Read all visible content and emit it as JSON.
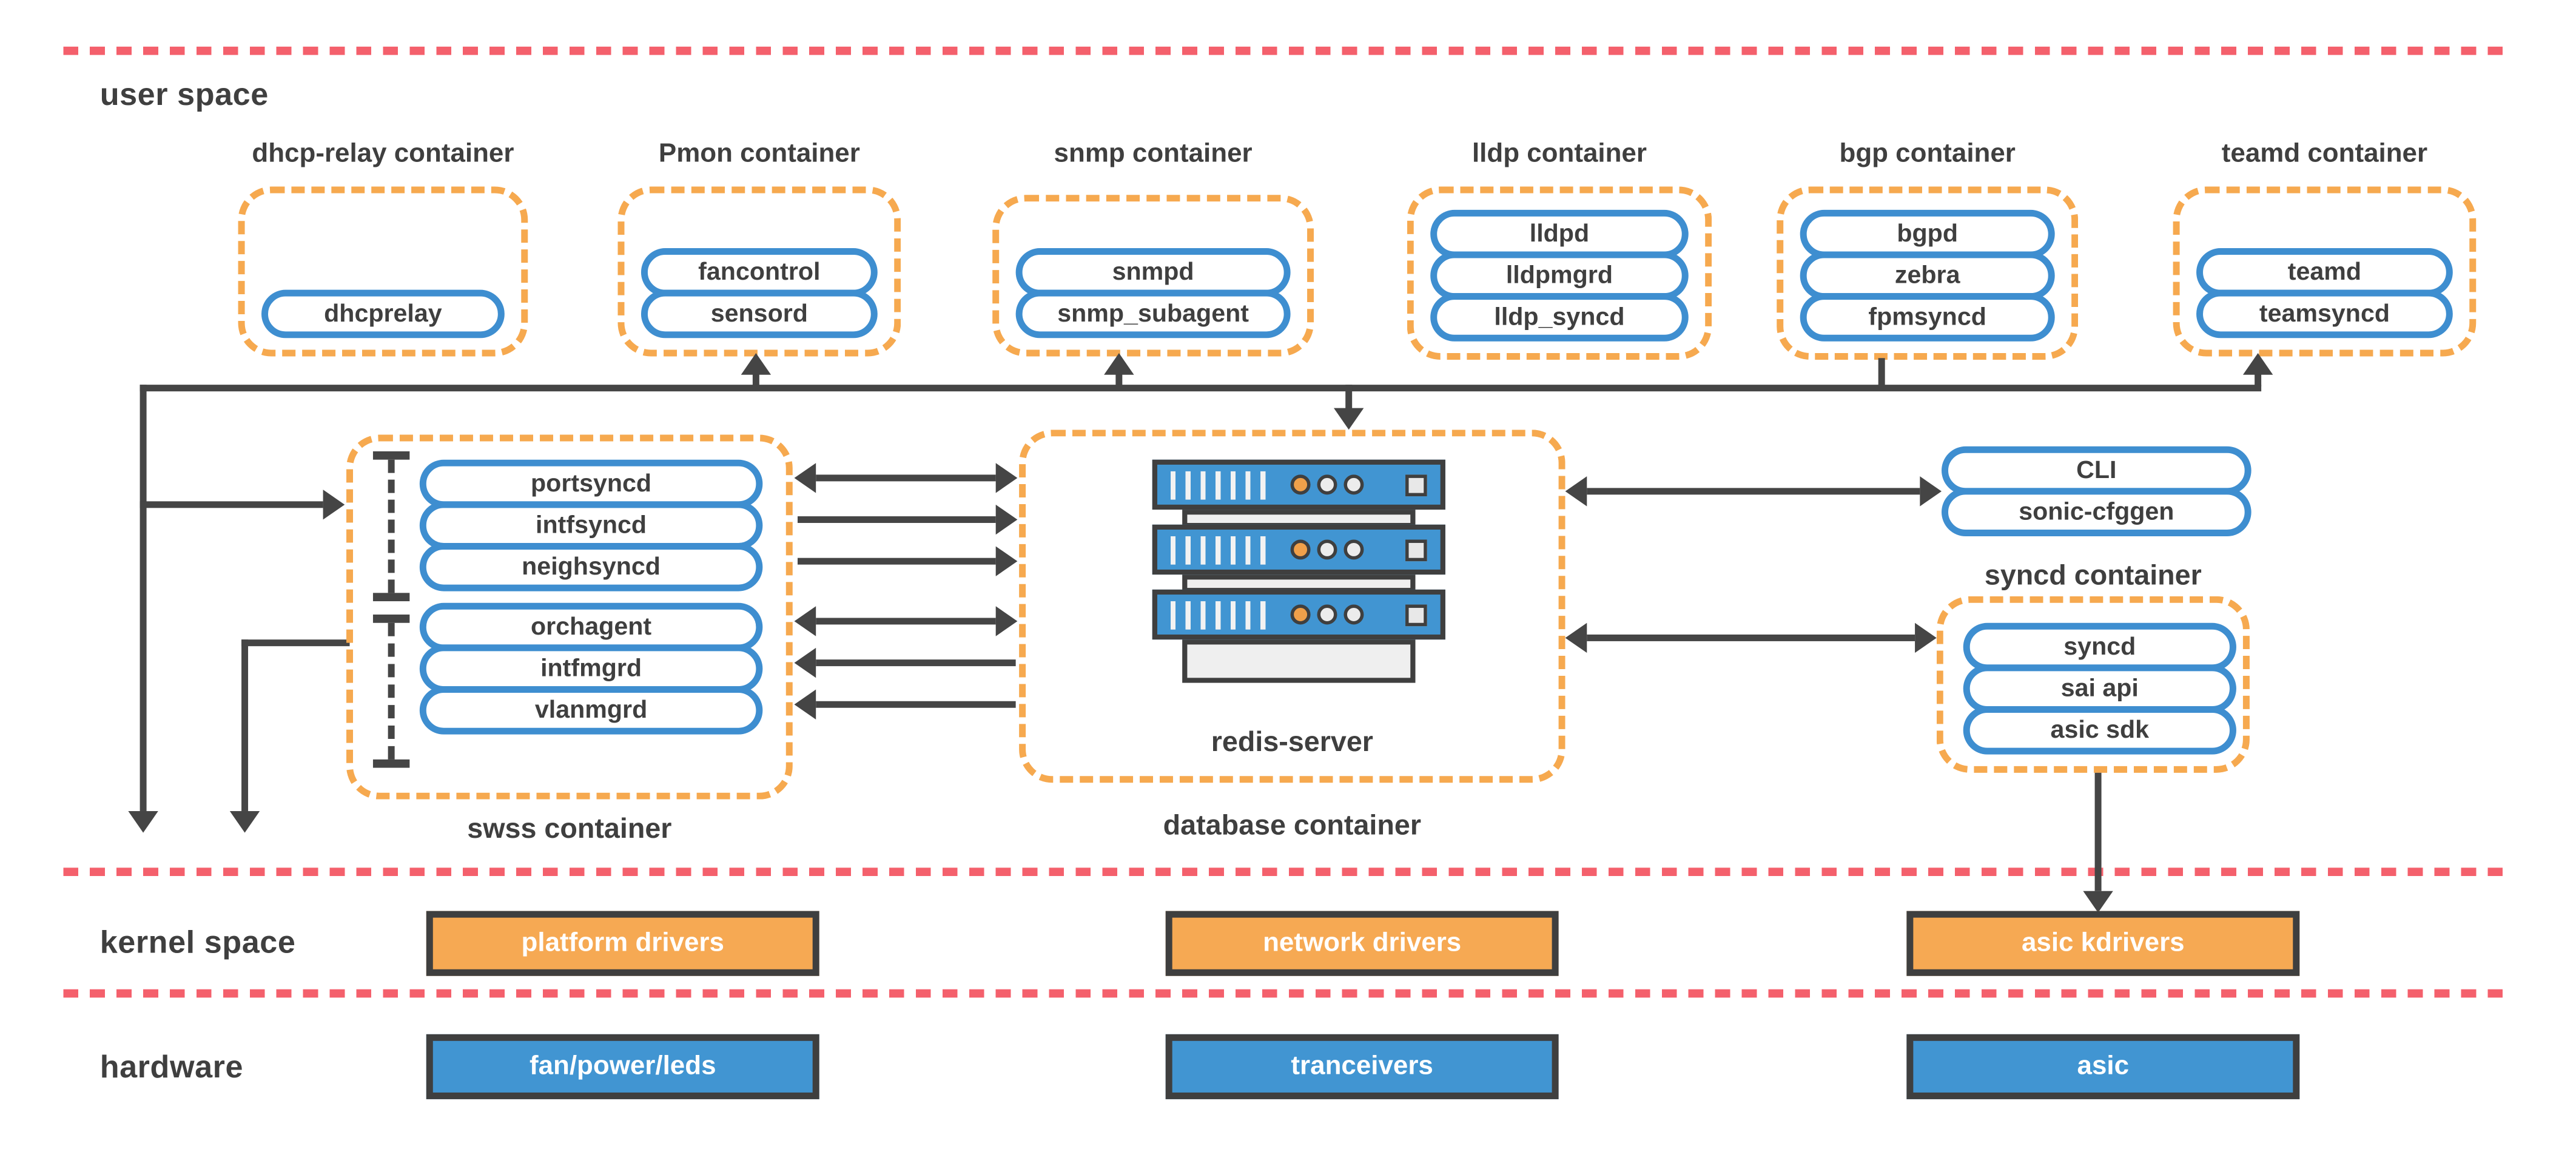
{
  "layers": {
    "user_space": "user space",
    "kernel_space": "kernel space",
    "hardware": "hardware"
  },
  "containers": {
    "dhcp_relay": {
      "label": "dhcp-relay container",
      "processes": [
        "dhcprelay"
      ]
    },
    "pmon": {
      "label": "Pmon container",
      "processes": [
        "fancontrol",
        "sensord"
      ]
    },
    "snmp": {
      "label": "snmp container",
      "processes": [
        "snmpd",
        "snmp_subagent"
      ]
    },
    "lldp": {
      "label": "lldp container",
      "processes": [
        "lldpd",
        "lldpmgrd",
        "lldp_syncd"
      ]
    },
    "bgp": {
      "label": "bgp container",
      "processes": [
        "bgpd",
        "zebra",
        "fpmsyncd"
      ]
    },
    "teamd": {
      "label": "teamd container",
      "processes": [
        "teamd",
        "teamsyncd"
      ]
    },
    "swss": {
      "label": "swss container",
      "processes_sync": [
        "portsyncd",
        "intfsyncd",
        "neighsyncd"
      ],
      "processes_mgmt": [
        "orchagent",
        "intfmgrd",
        "vlanmgrd"
      ]
    },
    "database": {
      "label": "database container",
      "server": "redis-server",
      "icon": "server-stack-icon"
    },
    "syncd": {
      "label": "syncd container",
      "processes": [
        "syncd",
        "sai api",
        "asic sdk"
      ]
    }
  },
  "standalone_processes": [
    "CLI",
    "sonic-cfggen"
  ],
  "kernel_space_boxes": [
    "platform drivers",
    "network drivers",
    "asic kdrivers"
  ],
  "hardware_boxes": [
    "fan/power/leds",
    "tranceivers",
    "asic"
  ],
  "colors": {
    "container_border": "#F6A94F",
    "pill_border": "#3E8ED0",
    "arrow": "#454545",
    "text": "#3F3F3F",
    "separator": "#F4606C",
    "kernel_box_fill": "#F6A953",
    "hardware_box_fill": "#4195D2",
    "box_text": "#FFFFFF"
  }
}
